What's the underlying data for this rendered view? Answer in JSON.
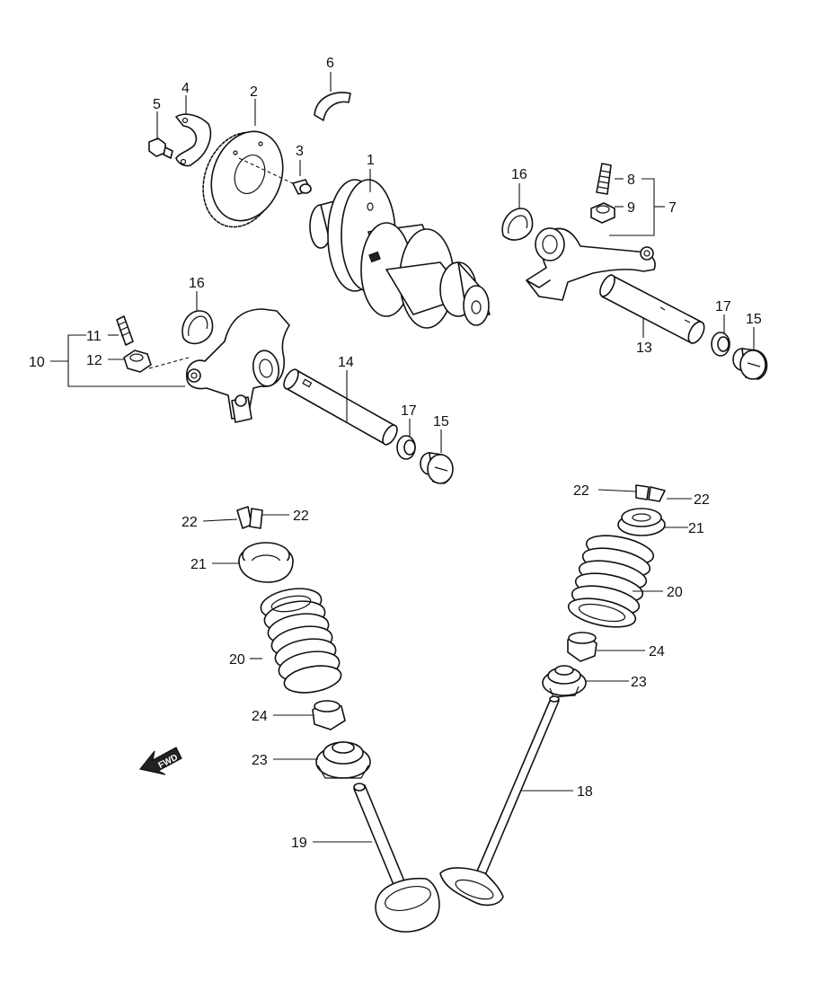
{
  "diagram": {
    "callouts": [
      "1",
      "2",
      "3",
      "4",
      "5",
      "6",
      "7",
      "8",
      "9",
      "10",
      "11",
      "12",
      "13",
      "14",
      "15",
      "15",
      "16",
      "16",
      "17",
      "17",
      "18",
      "19",
      "20",
      "20",
      "21",
      "21",
      "22",
      "22",
      "22",
      "22",
      "23",
      "23",
      "24",
      "24"
    ],
    "fwd_label": "FWD"
  }
}
